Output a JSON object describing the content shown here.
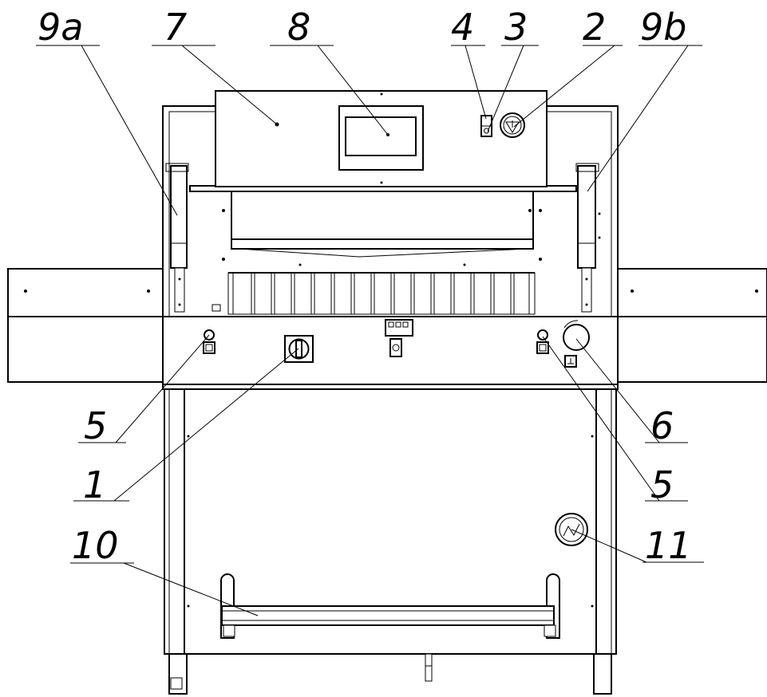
{
  "callouts": [
    {
      "id": "1",
      "label": "1"
    },
    {
      "id": "2",
      "label": "2"
    },
    {
      "id": "3",
      "label": "3"
    },
    {
      "id": "4",
      "label": "4"
    },
    {
      "id": "5a",
      "label": "5"
    },
    {
      "id": "5b",
      "label": "5"
    },
    {
      "id": "6",
      "label": "6"
    },
    {
      "id": "7",
      "label": "7"
    },
    {
      "id": "8",
      "label": "8"
    },
    {
      "id": "9a",
      "label": "9a"
    },
    {
      "id": "9b",
      "label": "9b"
    },
    {
      "id": "10",
      "label": "10"
    },
    {
      "id": "11",
      "label": "11"
    }
  ]
}
